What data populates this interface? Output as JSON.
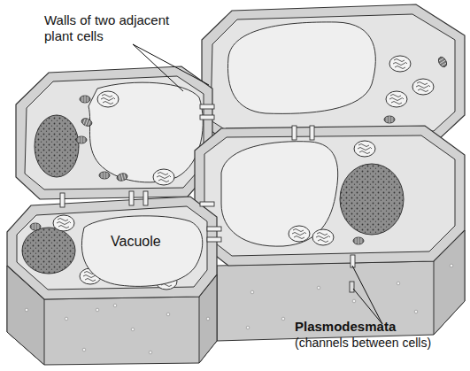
{
  "diagram": {
    "nodes": [
      {
        "text": [
          "Vacuole"
        ]
      }
    ],
    "labels": [
      "Walls of two adjacent plant cells",
      "Plasmodesmata",
      "(channels between cells)"
    ]
  }
}
